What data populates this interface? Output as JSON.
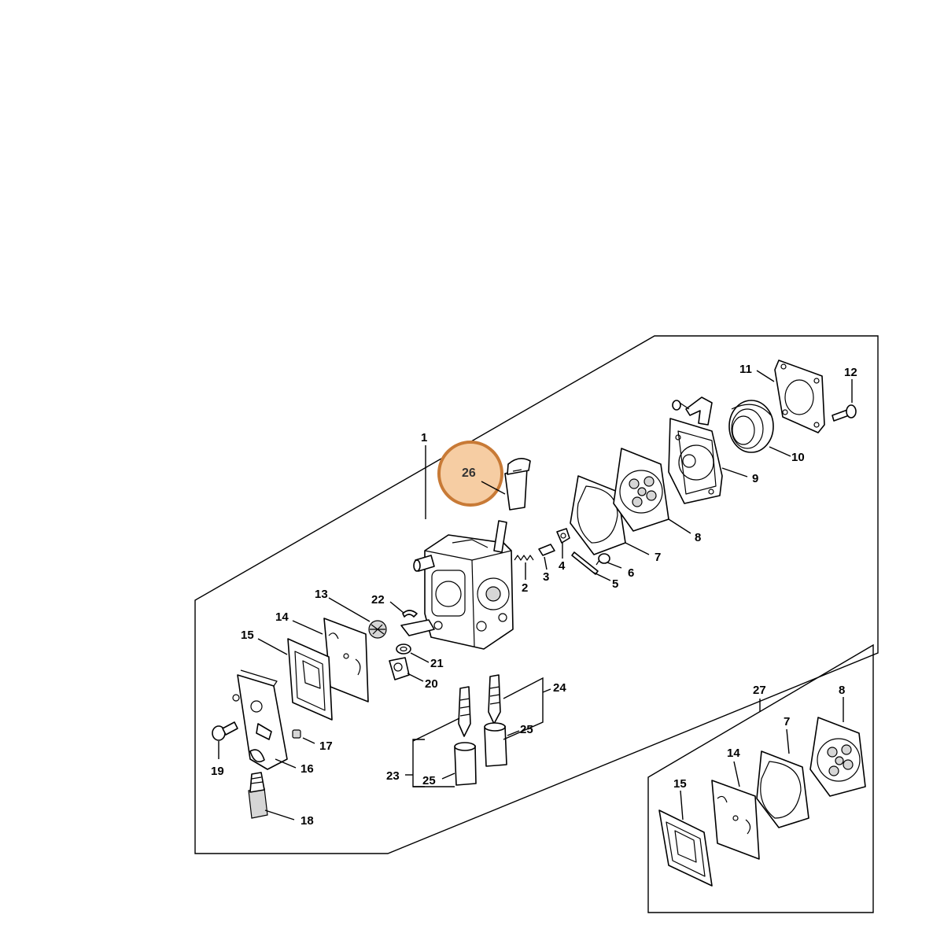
{
  "diagram": {
    "highlight": {
      "label": "26",
      "fill": "#f6cda3",
      "stroke": "#c87a36"
    },
    "labels": {
      "p1": "1",
      "p2": "2",
      "p3": "3",
      "p4": "4",
      "p5": "5",
      "p6": "6",
      "p7a": "7",
      "p7b": "7",
      "p8a": "8",
      "p8b": "8",
      "p9": "9",
      "p10": "10",
      "p11": "11",
      "p12": "12",
      "p13": "13",
      "p14a": "14",
      "p14b": "14",
      "p15a": "15",
      "p15b": "15",
      "p16": "16",
      "p17": "17",
      "p18": "18",
      "p19": "19",
      "p20": "20",
      "p21": "21",
      "p22": "22",
      "p23": "23",
      "p24": "24",
      "p25a": "25",
      "p25b": "25",
      "p27": "27"
    }
  }
}
